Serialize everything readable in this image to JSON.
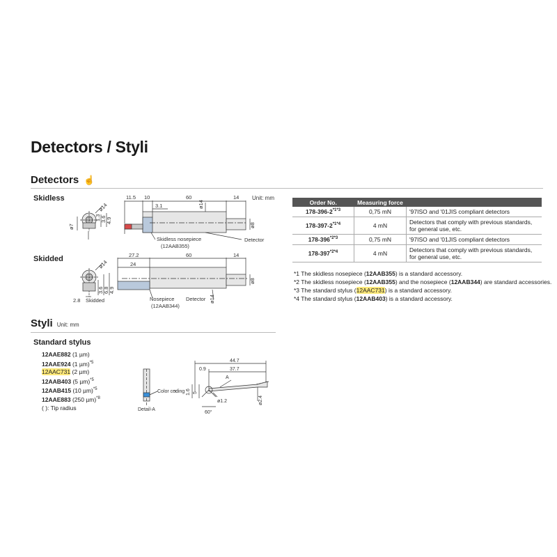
{
  "title": "Detectors / Styli",
  "detectors": {
    "heading": "Detectors",
    "skidless_label": "Skidless",
    "skidded_label": "Skidded",
    "unit": "Unit: mm",
    "skidless_dims": {
      "d1": "11.5",
      "d2": "10",
      "d3": "60",
      "d4": "14",
      "d5": "3.1",
      "phi14": "ø14",
      "phi7": "ø7",
      "phi8": "ø8",
      "v13": "1.3",
      "v36": "3.6",
      "v49": "4.9",
      "nosepiece_label": "Skidless nosepiece",
      "nosepiece_code": "(12AAB355)",
      "detector_label": "Detector"
    },
    "skidded_dims": {
      "d1": "27.2",
      "d2": "24",
      "d3": "60",
      "d4": "14",
      "phi14": "ø14",
      "phi8": "ø8",
      "v36": "3.6",
      "v68": "6.8",
      "v49": "4.9",
      "h28": "2.8",
      "skidded_tag": "Skidded",
      "nosepiece_label": "Nosepiece",
      "nosepiece_code": "(12AAB344)",
      "detector_label": "Detector"
    }
  },
  "table": {
    "headers": [
      "Order No.",
      "Measuring force",
      ""
    ],
    "rows": [
      {
        "order": "178-396-2",
        "sup": "*1*3",
        "force": "0,75 mN",
        "remarks": "'97ISO and '01JIS compliant detectors"
      },
      {
        "order": "178-397-2",
        "sup": "*1*4",
        "force": "4 mN",
        "remarks": "Detectors that comply with previous standards, for general use, etc."
      },
      {
        "order": "178-396",
        "sup": "*2*3",
        "force": "0,75 mN",
        "remarks": "'97ISO and '01JIS compliant detectors"
      },
      {
        "order": "178-397",
        "sup": "*2*4",
        "force": "4 mN",
        "remarks": "Detectors that comply with previous standards, for general use, etc."
      }
    ]
  },
  "notes": [
    {
      "prefix": "*1 The skidless nosepiece (",
      "code": "12AAB355",
      "suffix": ") is a standard accessory."
    },
    {
      "prefix": "*2 The skidless nosepiece (",
      "code": "12AAB355",
      "middle": ") and the nosepiece (",
      "code2": "12AAB344",
      "suffix": ") are standard accessories."
    },
    {
      "prefix": "*3 The standard stylus (",
      "code": "12AAC731",
      "suffix": ") is a standard accessory."
    },
    {
      "prefix": "*4 The standard stylus (",
      "code": "12AAB403",
      "suffix": ") is a standard accessory."
    }
  ],
  "styli": {
    "heading": "Styli",
    "unit": "Unit: mm",
    "standard_label": "Standard stylus",
    "items": [
      {
        "code": "12AAE882",
        "radius": "(1 µm)",
        "sup": ""
      },
      {
        "code": "12AAE924",
        "radius": "(1 µm)",
        "sup": "*5"
      },
      {
        "code": "12AAC731",
        "radius": "(2 µm)",
        "sup": ""
      },
      {
        "code": "12AAB403",
        "radius": "(5 µm)",
        "sup": "*5"
      },
      {
        "code": "12AAB415",
        "radius": "(10 µm)",
        "sup": "*5"
      },
      {
        "code": "12AAE883",
        "radius": "(250 µm)",
        "sup": "*8"
      }
    ],
    "tip_note": "(  ): Tip radius",
    "detail_label": "Detail-A",
    "color_coding": "Color coding",
    "color_sup": "*7",
    "dims": {
      "d447": "44.7",
      "d377": "37.7",
      "d09": "0.9",
      "d16": "1.6",
      "d5": "5",
      "d24": "ø2.4",
      "d12": "ø1.2",
      "a60": "60°",
      "a": "A"
    }
  },
  "colors": {
    "highlight": "#fde97a",
    "table_header": "#555555",
    "rule": "#bbbbbb"
  }
}
